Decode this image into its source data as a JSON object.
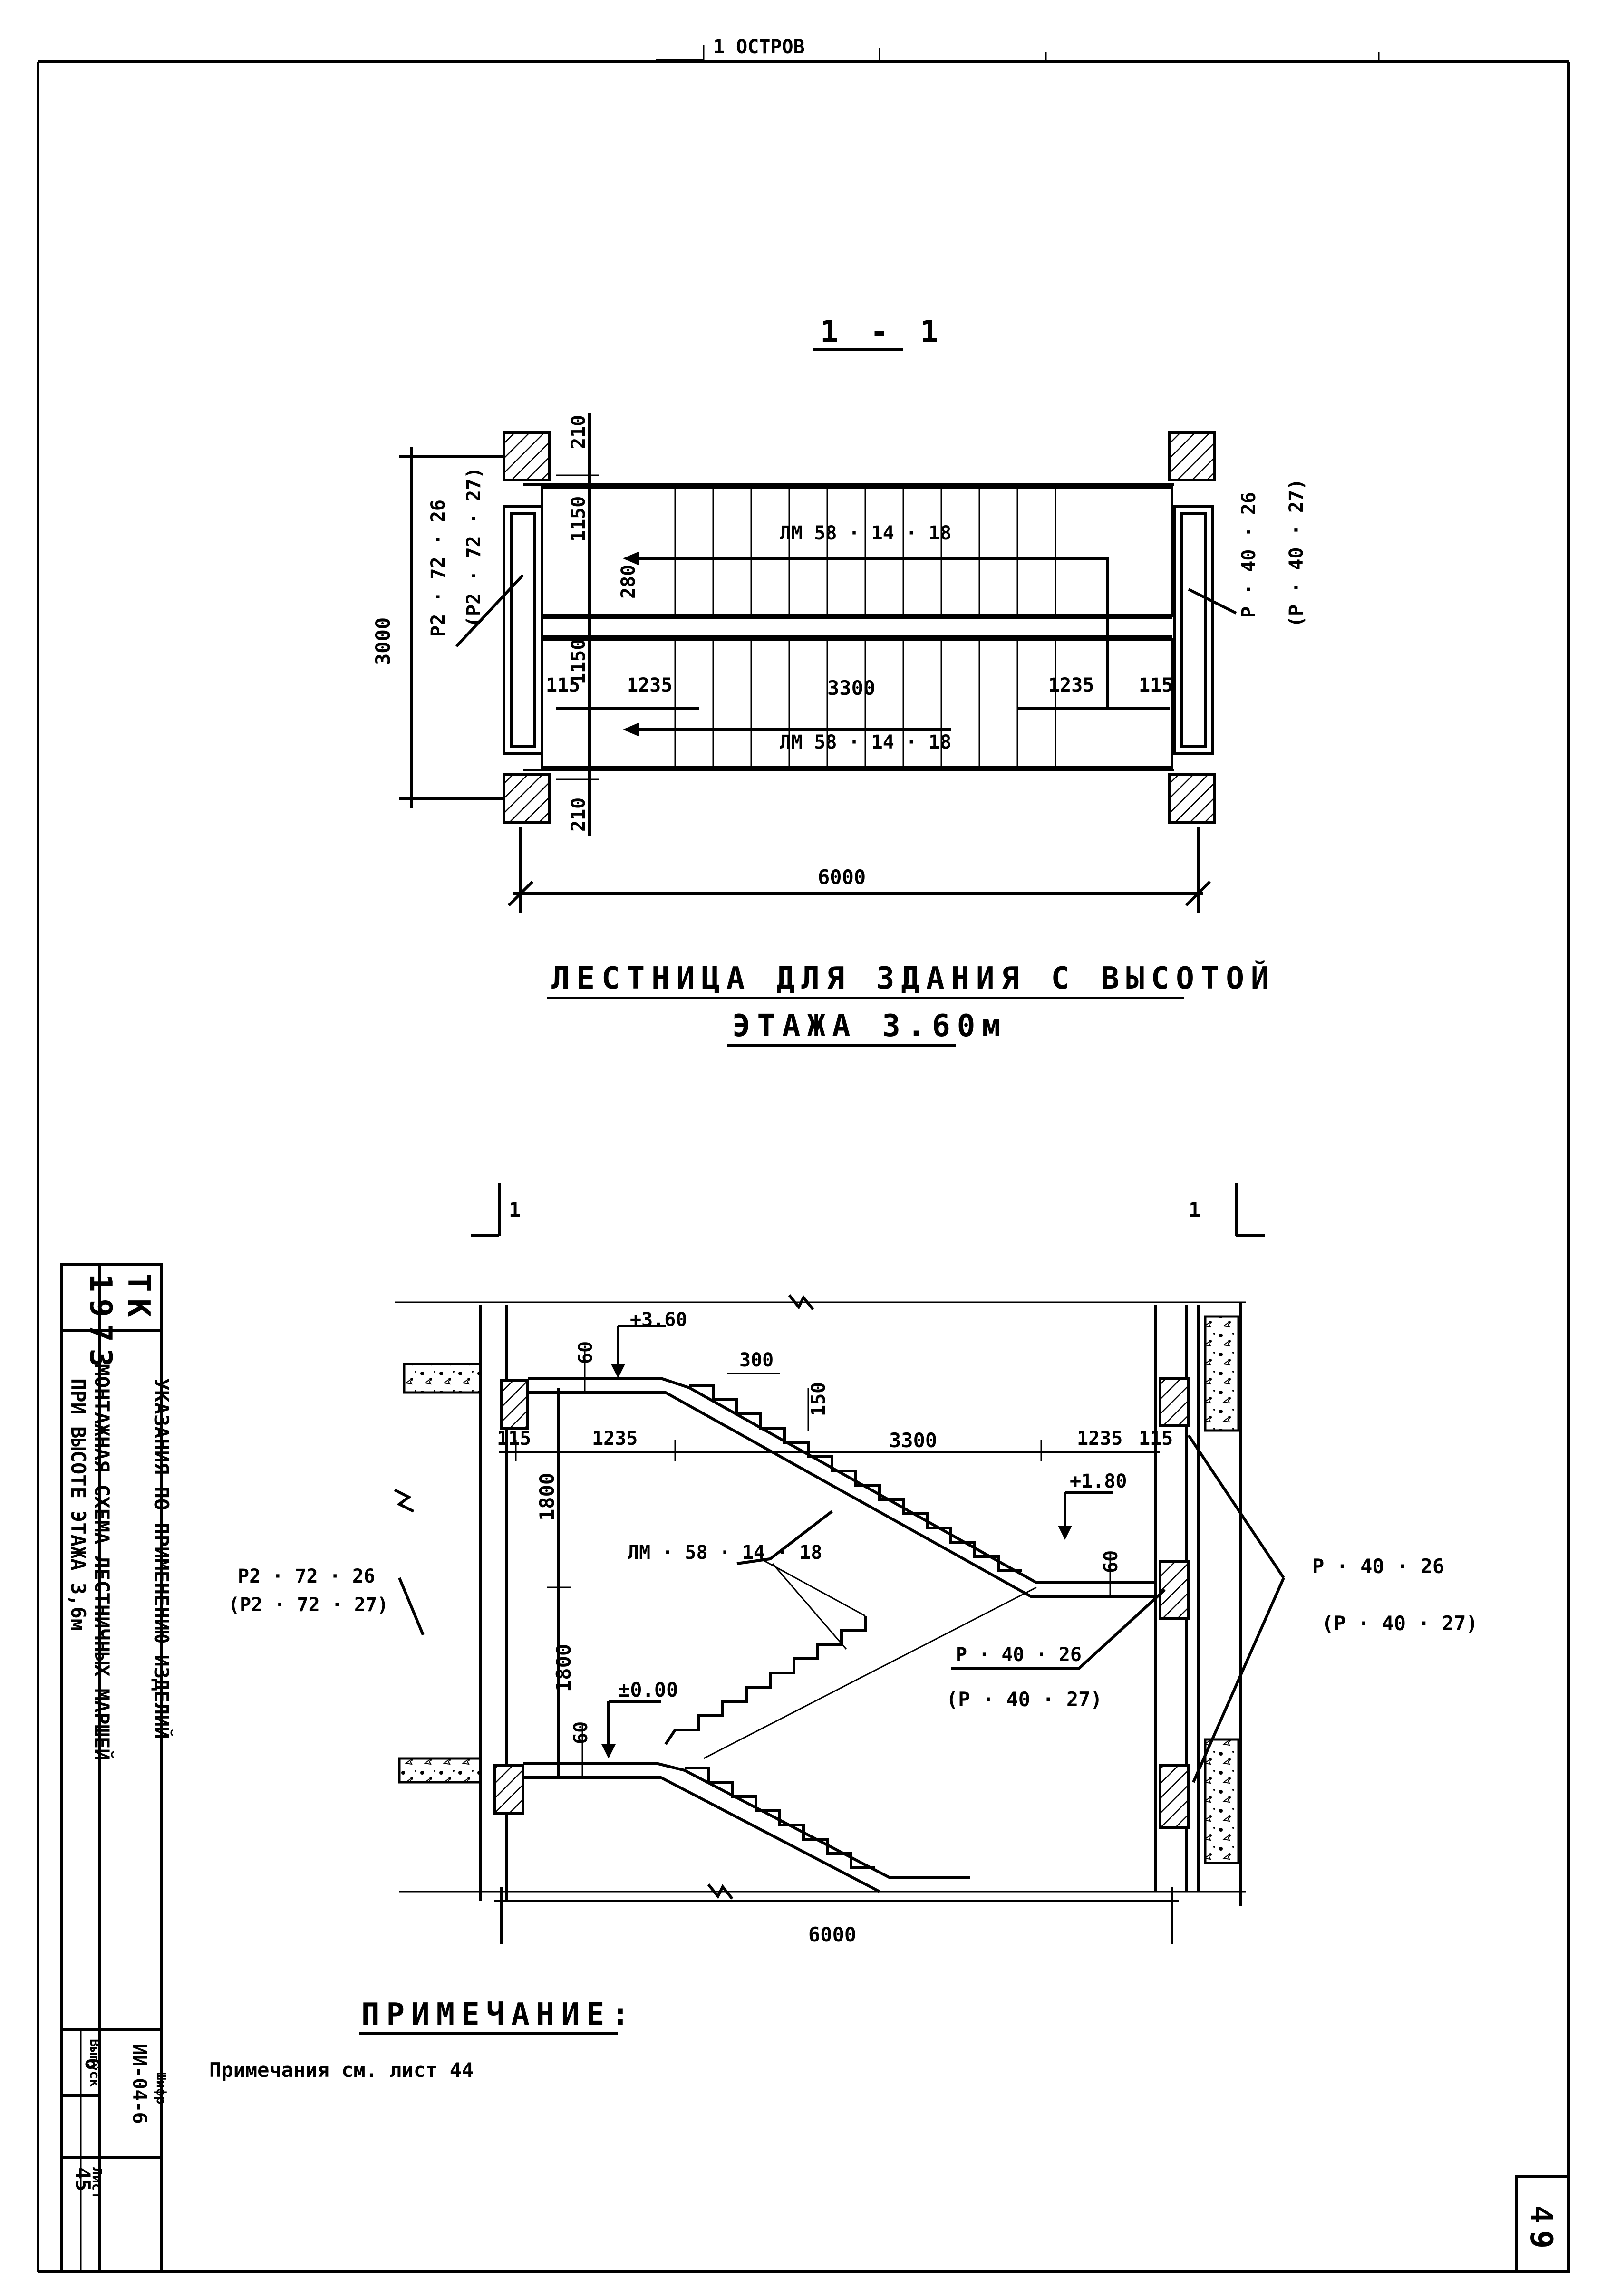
{
  "header": {
    "top_text": "1 ОСТРОВ"
  },
  "plan": {
    "section_mark": "1 - 1",
    "dims": {
      "d210_top": "210",
      "d1150_a": "1150",
      "d280": "280",
      "d115_l": "115",
      "d1150_b": "1150",
      "d1235_l": "1235",
      "d3300": "3300",
      "d1235_r": "1235",
      "d115_r": "115",
      "d3000": "3000",
      "d210_bot": "210",
      "d6000": "6000"
    },
    "labels": {
      "march_top": "ЛМ 58 · 14 · 18",
      "march_bot": "ЛМ 58 · 14 · 18",
      "left_beam": "Р2 · 72 · 26",
      "left_beam_alt": "(Р2 · 72 · 27)",
      "right_beam": "Р · 40 · 26",
      "right_beam_alt": "(Р · 40 · 27)"
    },
    "title_line1": "ЛЕСТНИЦА ДЛЯ ЗДАНИЯ С ВЫСОТОЙ",
    "title_line2": "ЭТАЖА 3.60м"
  },
  "section": {
    "cut_left": "1",
    "cut_right": "1",
    "levels": {
      "top": "+3.60",
      "mid": "+1.80",
      "bottom": "±0.00"
    },
    "dims": {
      "d60_top": "60",
      "d300": "300",
      "d150": "150",
      "d115_l": "115",
      "d1235_l": "1235",
      "d3300": "3300",
      "d1235_r": "1235",
      "d115_r": "115",
      "d1800_top": "1800",
      "d60_mid": "60",
      "d1800_bot": "1800",
      "d60_bot": "60",
      "d6000": "6000"
    },
    "labels": {
      "march": "ЛМ · 58 · 14 · 18",
      "left_beam": "Р2 · 72 · 26",
      "left_beam_alt": "(Р2 · 72 · 27)",
      "mid_beam": "Р · 40 · 26",
      "mid_beam_alt": "(Р · 40 · 27)",
      "right_beam": "Р · 40 · 26",
      "right_beam_alt": "(Р · 40 · 27)"
    }
  },
  "note": {
    "heading": "ПРИМЕЧАНИЕ:",
    "text": "Примечания см. лист 44"
  },
  "stamp": {
    "org": "ТК",
    "year": "1973",
    "title1": "УКАЗАНИЯ ПО ПРИМЕНЕНИЮ ИЗДЕЛИЙ",
    "title2": "МОНТАЖНАЯ СХЕМА ЛЕСТНИЧНЫХ МАРШЕЙ",
    "title3": "ПРИ ВЫСОТЕ ЭТАЖА 3,6м",
    "series_label": "Шифр",
    "series": "ИИ-04-6",
    "issue_label": "Выпуск",
    "issue": "6",
    "sheet_label": "Лист",
    "sheet": "45"
  },
  "page_number": "49"
}
